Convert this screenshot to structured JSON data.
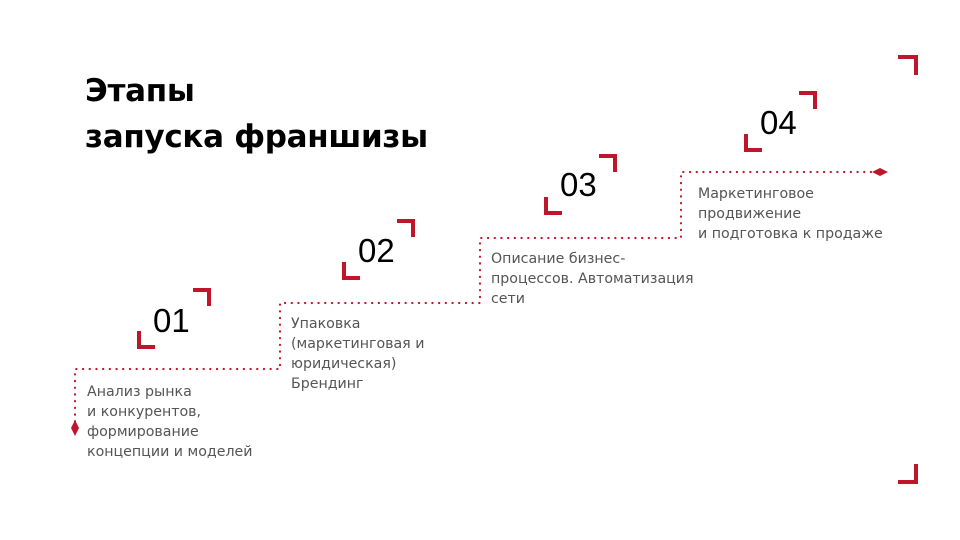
{
  "title": {
    "line1": "Этапы",
    "line2": "запуска франшизы"
  },
  "colors": {
    "accent": "#c0162c",
    "text": "#000000",
    "muted": "#555555"
  },
  "steps": [
    {
      "number": "01",
      "lines": [
        "Анализ рынка",
        "и конкурентов,",
        "формирование",
        "концепции и моделей"
      ]
    },
    {
      "number": "02",
      "lines": [
        "Упаковка",
        "(маркетинговая и",
        "юридическая)",
        "Брендинг"
      ]
    },
    {
      "number": "03",
      "lines": [
        "Описание бизнес-",
        "процессов. Автоматизация",
        "сети"
      ]
    },
    {
      "number": "04",
      "lines": [
        "Маркетинговое",
        "продвижение",
        "и подготовка к продаже"
      ]
    }
  ]
}
